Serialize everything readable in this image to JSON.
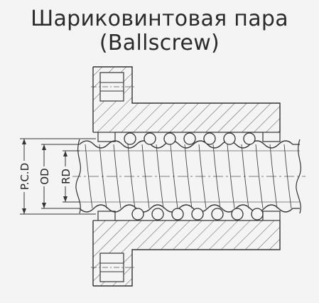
{
  "title": {
    "line1": "Шариковинтовая пара",
    "line2": "(Ballscrew)"
  },
  "labels": {
    "pcd": "P.C.D",
    "od": "OD",
    "rd": "RD"
  },
  "colors": {
    "line": "#333333",
    "hatch": "#555555",
    "background": "#f4f4f4"
  }
}
